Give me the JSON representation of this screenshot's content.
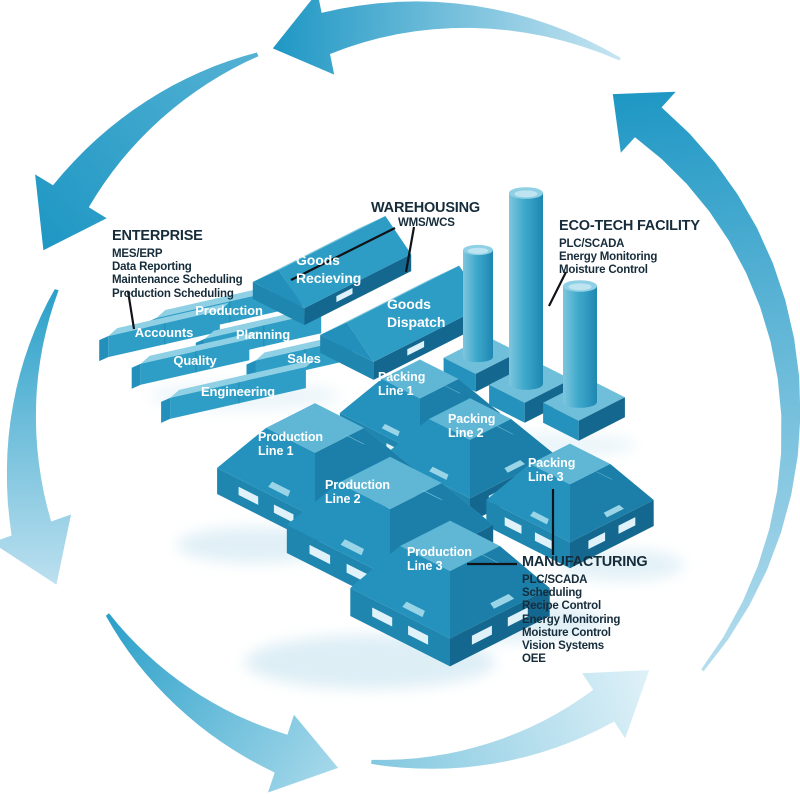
{
  "sections": {
    "enterprise": {
      "heading": "ENTERPRISE",
      "systems": [
        "MES/ERP",
        "Data Reporting",
        "Maintenance Scheduling",
        "Production Scheduling"
      ]
    },
    "warehousing": {
      "heading": "WAREHOUSING",
      "systems": [
        "WMS/WCS"
      ]
    },
    "ecotech": {
      "heading": "ECO-TECH FACILITY",
      "systems": [
        "PLC/SCADA",
        "Energy Monitoring",
        "Moisture Control"
      ]
    },
    "manufacturing": {
      "heading": "MANUFACTURING",
      "systems": [
        "PLC/SCADA",
        "Scheduling",
        "Recipe Control",
        "Energy Monitoring",
        "Moisture Control",
        "Vision Systems",
        "OEE"
      ]
    }
  },
  "buildings": {
    "goods_receiving": "Goods\nRecieving",
    "goods_dispatch": "Goods\nDispatch",
    "production_line_1": "Production\nLine 1",
    "production_line_2": "Production\nLine 2",
    "production_line_3": "Production\nLine 3",
    "packing_line_1": "Packing\nLine 1",
    "packing_line_2": "Packing\nLine 2",
    "packing_line_3": "Packing\nLine 3",
    "departments": {
      "accounts": "Accounts",
      "production": "Production",
      "planning": "Planning",
      "quality": "Quality",
      "sales": "Sales",
      "engineering": "Engineering"
    }
  },
  "colors": {
    "arrow_dark": "#1E97C4",
    "arrow_mid": "#54B1D3",
    "arrow_light": "#C7E5F2",
    "arrow_pale": "#DFF1F8",
    "roof_top": "#5FB7D5",
    "roof_nw": "#33A2C9",
    "roof_ne": "#7EC8DE",
    "roof_sw": "#2492BD",
    "roof_se": "#1B7FA9",
    "wall_sw": "#1F86B0",
    "wall_se": "#14688F",
    "slot": "#DFF2F9",
    "dash": "#9AD4E7",
    "bar_front": "#2E9EC6",
    "bar_top": "#8FD0E4",
    "bar_end": "#1C84AE",
    "gable_near": "#2E9DC6",
    "gable_far": "#7EC8DE",
    "gable_end": "#2390BB",
    "cyl_light": "#7EC6DD",
    "cyl_mid": "#3FA9CC",
    "cyl_dark": "#1D87B2",
    "cyl_top": "#8FD0E4",
    "base_top": "#6FBEDA",
    "heading_text": "#162C3A",
    "label_text": "#FFFFFF",
    "leader_line": "#101418",
    "shadow": "#C2E1EE"
  }
}
